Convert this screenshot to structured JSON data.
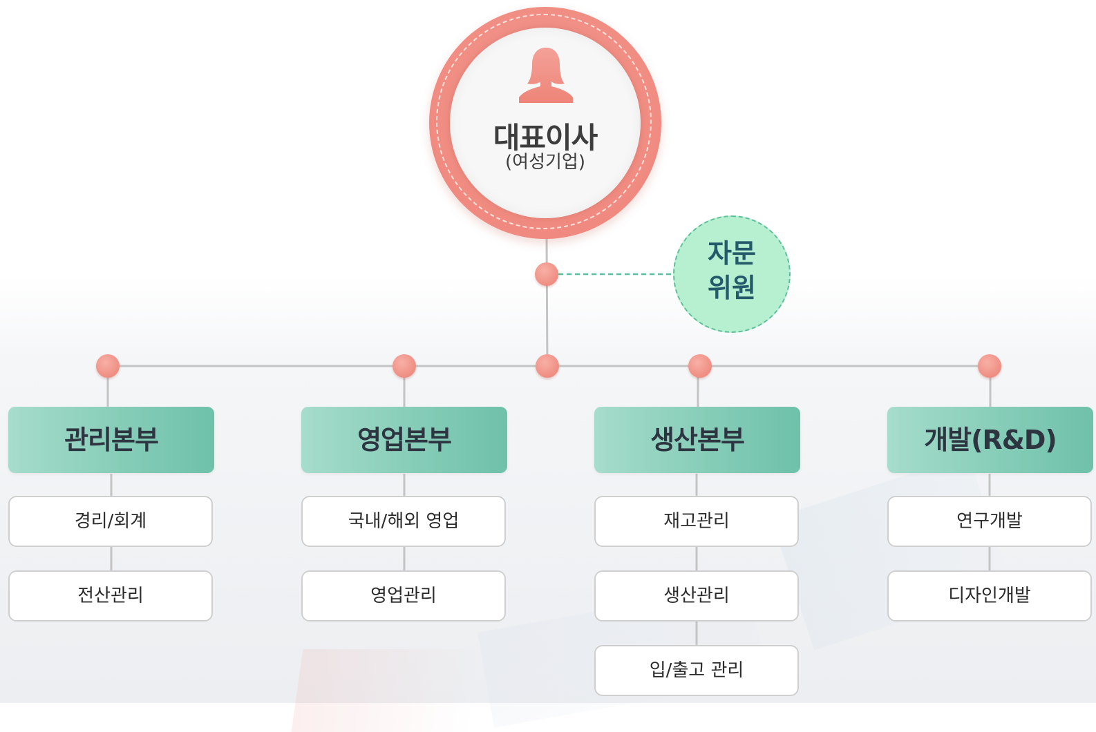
{
  "ceo": {
    "title": "대표이사",
    "subtitle": "(여성기업)",
    "icon": "person-icon"
  },
  "advisory": {
    "line1": "자문",
    "line2": "위원"
  },
  "colors": {
    "ceo_ring": "#f08a80",
    "node_dot": "#ef8d82",
    "dept_header": "#86cdb8",
    "advisory_fill": "#b7f0d0",
    "advisory_border": "#5fbf9d",
    "connector": "#c4c4c4"
  },
  "departments": [
    {
      "name": "관리본부",
      "units": [
        "경리/회계",
        "전산관리"
      ]
    },
    {
      "name": "영업본부",
      "units": [
        "국내/해외 영업",
        "영업관리"
      ]
    },
    {
      "name": "생산본부",
      "units": [
        "재고관리",
        "생산관리",
        "입/출고 관리"
      ]
    },
    {
      "name": "개발(R&D)",
      "units": [
        "연구개발",
        "디자인개발"
      ]
    }
  ]
}
